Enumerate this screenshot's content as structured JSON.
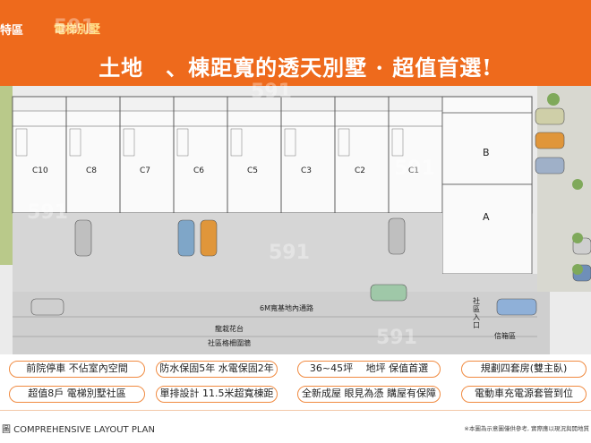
{
  "header": {
    "tag_left": "特區",
    "tag_right": "電梯別墅",
    "headline": "土地　、棟距寬的透天別墅 · 超值首選!"
  },
  "plan": {
    "units": [
      "C10",
      "C8",
      "C7",
      "C6",
      "C5",
      "C3",
      "C2",
      "C1"
    ],
    "large_units": [
      "B",
      "A"
    ],
    "road_label": "6M寬基地內通路",
    "garden_label": "龍栽花台",
    "fence_label": "社區格柵圍牆",
    "entrance_label": "社區入口",
    "mailbox_label": "信箱區"
  },
  "features": [
    "前院停車 不佔室內空間",
    "防水保固5年 水電保固2年",
    "36~45坪　 地坪 保值首選",
    "規劃四套房(雙主臥)",
    "超值8戶 電梯別墅社區",
    "單排設計 11.5米超寬棟距",
    "全新成屋 眼見為憑 購屋有保障",
    "電動車充電源套管到位"
  ],
  "footer": {
    "title": "圖  COMPREHENSIVE LAYOUT PLAN",
    "note": "※本圖為示意圖僅供參考, 實際應以現況與開地質"
  },
  "watermark": "591"
}
